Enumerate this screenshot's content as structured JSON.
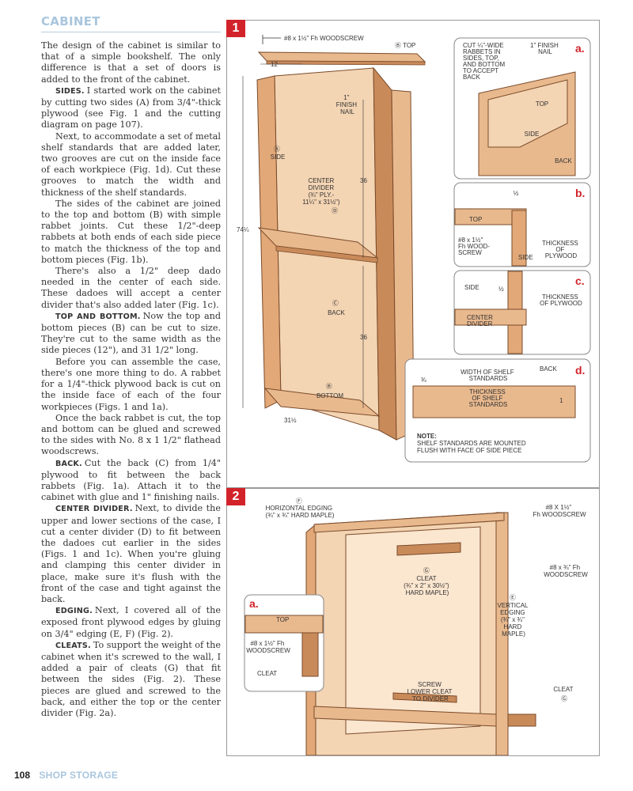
{
  "section_heading": "CABINET",
  "paragraphs": [
    {
      "lead": "",
      "text": "The design of the cabinet is similar to that of a simple bookshelf. The only difference is that a set of doors is added to the front of the cabinet."
    },
    {
      "lead": "SIDES.",
      "text": "I started work on the cabinet by cutting two sides (A) from 3/4\"-thick plywood (see Fig. 1 and the cutting diagram on page 107)."
    },
    {
      "lead": "",
      "text": "Next, to accommodate a set of metal shelf standards that are added later, two grooves are cut on the inside face of each workpiece (Fig. 1d). Cut these grooves to match the width and thickness of the shelf standards."
    },
    {
      "lead": "",
      "text": "The sides of the cabinet are joined to the top and bottom (B) with simple rabbet joints. Cut these 1/2\"-deep rabbets at both ends of each side piece to match the thickness of the top and bottom pieces (Fig. 1b)."
    },
    {
      "lead": "",
      "text": "There's also a 1/2\" deep dado needed in the center of each side. These dadoes will accept a center divider that's also added later (Fig. 1c)."
    },
    {
      "lead": "TOP AND BOTTOM.",
      "text": "Now the top and bottom pieces (B) can be cut to size. They're cut to the same width as the side pieces (12\"), and 31 1/2\" long."
    },
    {
      "lead": "",
      "text": "Before you can assemble the case, there's one more thing to do. A rabbet for a 1/4\"-thick plywood back is cut on the inside face of each of the four workpieces (Figs. 1 and 1a)."
    },
    {
      "lead": "",
      "text": "Once the back rabbet is cut, the top and bottom can be glued and screwed to the sides with No. 8 x 1 1/2\" flathead woodscrews."
    },
    {
      "lead": "BACK.",
      "text": "Cut the back (C) from 1/4\" plywood to fit between the back rabbets (Fig. 1a). Attach it to the cabinet with glue and 1\" finishing nails."
    },
    {
      "lead": "CENTER DIVIDER.",
      "text": "Next, to divide the upper and lower sections of the case, I cut a center divider (D) to fit between the dadoes cut earlier in the sides (Figs. 1 and 1c). When you're gluing and clamping this center divider in place, make sure it's flush with the front of the case and tight against the back."
    },
    {
      "lead": "EDGING.",
      "text": "Next, I covered all of the exposed front plywood edges by gluing on 3/4\" edging (E, F) (Fig. 2)."
    },
    {
      "lead": "CLEATS.",
      "text": "To support the weight of the cabinet when it's screwed to the wall, I added a pair of cleats (G) that fit between the sides (Fig. 2). These pieces are glued and screwed to the back, and either the top or the center divider (Fig. 2a)."
    }
  ],
  "footer": {
    "page_number": "108",
    "running_title": "SHOP STORAGE"
  },
  "colors": {
    "accent_red": "#d2232a",
    "heading_blue": "#a9c6de",
    "wood": "#e9b98e",
    "wood_dark": "#c98a5a"
  },
  "figure1": {
    "number": "1",
    "labels": {
      "screw_top": "#8 x 1½\" Fh WOODSCREW",
      "top_b": "Ⓑ TOP",
      "dim_12": "12",
      "finish_nail": [
        "1\"",
        "FINISH",
        "NAIL"
      ],
      "side_a": [
        "Ⓐ",
        "SIDE"
      ],
      "center_divider": [
        "CENTER",
        "DIVIDER",
        "(¾\" PLY.-",
        "11¼\" x 31½\")",
        "Ⓓ"
      ],
      "dim_36_upper": "36",
      "dim_74": "74¼",
      "back_c": [
        "Ⓒ",
        "BACK"
      ],
      "dim_36_lower": "36",
      "bottom_b": [
        "Ⓑ",
        "BOTTOM"
      ],
      "dim_31": "31½"
    },
    "detail_a": {
      "letter": "a.",
      "note": [
        "CUT ¼\"-WIDE",
        "RABBETS IN",
        "SIDES, TOP,",
        "AND BOTTOM",
        "TO ACCEPT",
        "BACK"
      ],
      "nail": [
        "1\" FINISH",
        "NAIL"
      ],
      "top": "TOP",
      "side": "SIDE",
      "back": "BACK"
    },
    "detail_b": {
      "letter": "b.",
      "dim": "½",
      "top": "TOP",
      "screw": [
        "#8 x 1½\"",
        "Fh WOOD-",
        "SCREW"
      ],
      "side": "SIDE",
      "thickness": [
        "THICKNESS",
        "OF",
        "PLYWOOD"
      ]
    },
    "detail_c": {
      "letter": "c.",
      "side": "SIDE",
      "dim": "½",
      "thickness": [
        "THICKNESS",
        "OF PLYWOOD"
      ],
      "divider": [
        "CENTER",
        "DIVIDER"
      ]
    },
    "detail_d": {
      "letter": "d.",
      "dim_34": "¾",
      "width": [
        "WIDTH OF SHELF",
        "STANDARDS"
      ],
      "back": "BACK",
      "thickness": [
        "THICKNESS",
        "OF SHELF",
        "STANDARDS"
      ],
      "dim_1": "1",
      "note_title": "NOTE:",
      "note": [
        "SHELF STANDARDS ARE MOUNTED",
        "FLUSH WITH FACE OF SIDE PIECE"
      ]
    }
  },
  "figure2": {
    "number": "2",
    "labels": {
      "horizontal_edging": [
        "Ⓕ",
        "HORIZONTAL EDGING",
        "(¾\" x ¾\" HARD MAPLE)"
      ],
      "screw_top": [
        "#8 X 1½\"",
        "Fh WOODSCREW"
      ],
      "screw_side": [
        "#8 x ¾\" Fh",
        "WOODSCREW"
      ],
      "cleat_g": [
        "Ⓖ",
        "CLEAT",
        "(¾\" x 2\" x 30½\")",
        "HARD MAPLE)"
      ],
      "vertical_edging": [
        "Ⓔ",
        "VERTICAL",
        "EDGING",
        "(¾\" x ¾\"",
        "HARD",
        "MAPLE)"
      ],
      "screw_lower": [
        "SCREW",
        "LOWER CLEAT",
        "TO DIVIDER"
      ],
      "cleat_right": [
        "CLEAT",
        "Ⓖ"
      ]
    },
    "detail_a": {
      "letter": "a.",
      "top": "TOP",
      "screw": [
        "#8 x 1½\" Fh",
        "WOODSCREW"
      ],
      "cleat": "CLEAT"
    }
  }
}
